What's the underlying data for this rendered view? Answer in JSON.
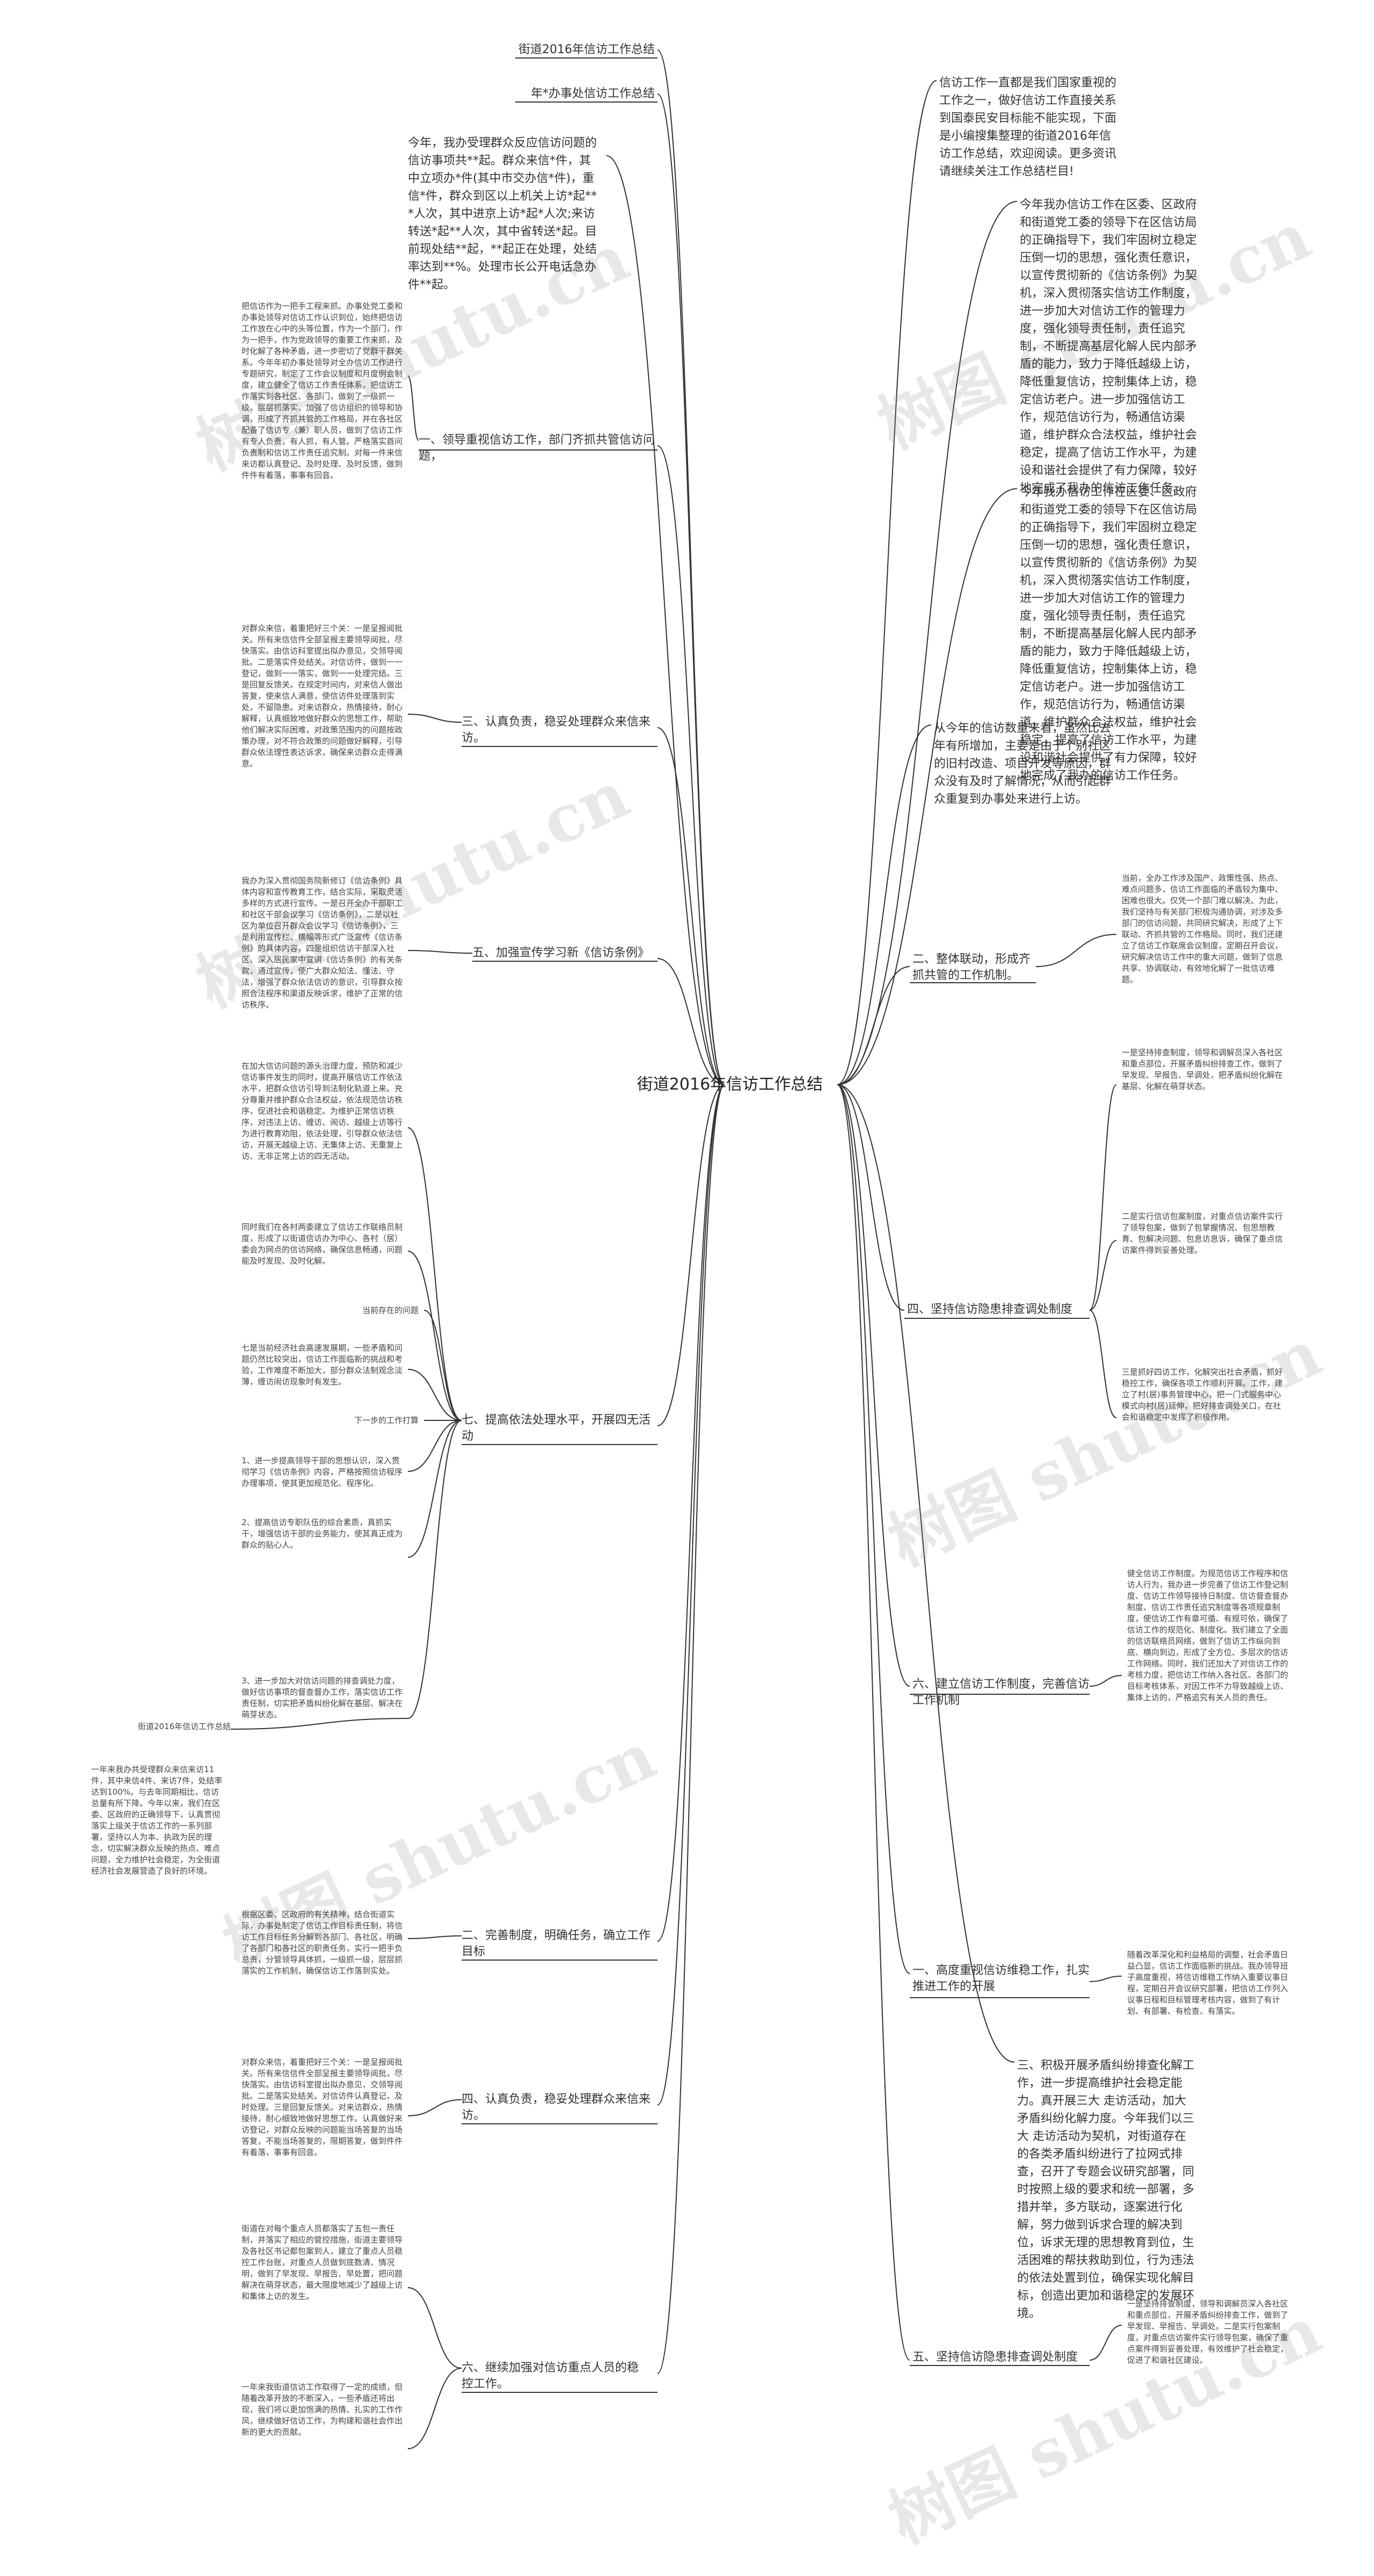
{
  "root": "街道2016年信访工作总结",
  "watermark": "树图 shutu.cn",
  "left": {
    "top1": "街道2016年信访工作总结",
    "top2": "年*办事处信访工作总结",
    "intro": "今年，我办受理群众反应信访问题的信访事项共**起。群众来信*件，其中立项办*件(其中市交办信*件)，重信*件，群众到区以上机关上访*起***人次，其中进京上访*起*人次;来访转送*起**人次，其中省转送*起。目前现处结**起，**起正在处理，处结率达到**%。处理市长公开电话急办件**起。",
    "s1_label": "一、领导重视信访工作，部门齐抓共管信访问题，",
    "s1_text": "把信访作为一把手工程来抓。办事处党工委和办事处领导对信访工作认识到位，始终把信访工作放在心中的头等位置，作为一个部门，作为一把手，作为党政领导的重要工作来抓，及时化解了各种矛盾，进一步密切了党群干群关系。今年年初办事处领导对全办信访工作进行专题研究，制定了工作会议制度和月度例会制度，建立健全了信访工作责任体系，把信访工作落实到各社区、各部门，做到了一级抓一级，层层抓落实。加强了信访组织的领导和协调，形成了齐抓共管的工作格局，并在各社区配备了信访专（兼）职人员，做到了信访工作有专人负责，有人抓，有人管。严格落实首问负责制和信访工作责任追究制。对每一件来信来访都认真登记、及时处理、及时反馈，做到件件有着落，事事有回音。",
    "s3_label": "三、认真负责，稳妥处理群众来信来访。",
    "s3_text": "对群众来信，着重把好三个关：一是呈报阅批关。所有来信信件全部呈报主要领导阅批，尽快落实。由信访科室提出拟办意见，交领导阅批。二是落实件处结关。对信访件，做到一一登记，做到一一落实，做到一一处理完结。三是回复反馈关。在规定时间内，对来信人做出答复，使来信人满意，使信访件处理落到实处，不留隐患。对来访群众，热情接待，耐心解释，认真细致地做好群众的思想工作，帮助他们解决实际困难，对政策范围内的问题按政策办理，对不符合政策的问题做好解释，引导群众依法理性表达诉求，确保来访群众走得满意。",
    "s5_label": "五、加强宣传学习新《信访条例》",
    "s5_text": "我办为深入贯彻国务院新修订《信访条例》具体内容和宣传教育工作，结合实际，采取灵活多样的方式进行宣传。一是召开全办干部职工和社区干部会议学习《信访条例》，二是以社区为单位召开群众会议学习《信访条例》，三是利用宣传栏、横幅等形式广泛宣传《信访条例》的具体内容，四是组织信访干部深入社区、深入居民家中宣讲《信访条例》的有关条款，通过宣传，使广大群众知法、懂法、守法，增强了群众依法信访的意识，引导群众按照合法程序和渠道反映诉求，维护了正常的信访秩序。",
    "s7_label": "七、提高依法处理水平，开展四无活动",
    "s7_text1": "在加大信访问题的源头治理力度，预防和减少信访事件发生的同时，提高开展信访工作依法水平，把群众信访引导到法制化轨道上来。充分尊重并维护群众合法权益，依法规范信访秩序，促进社会和谐稳定。为维护正常信访秩序，对违法上访、缠访、闹访、越级上访等行为进行教育劝阻，依法处理，引导群众依法信访，开展无越级上访、无集体上访、无重复上访、无非正常上访的四无活动。",
    "s7_text2": "同时我们在各村两委建立了信访工作联络员制度，形成了以街道信访办为中心、各村（居）委会为网点的信访网络，确保信息畅通，问题能及时发现、及时化解。",
    "s7_text3": "当前存在的问题",
    "s7_text4": "七是当前经济社会高速发展期，一些矛盾和问题仍然比较突出，信访工作面临新的挑战和考验，工作难度不断加大，部分群众法制观念淡薄，缠访闹访现象时有发生。",
    "s7_text5": "下一步的工作打算",
    "s7_text6": "1、进一步提高领导干部的思想认识，深入贯彻学习《信访条例》内容，严格按照信访程序办理事项，使其更加规范化、程序化。",
    "s7_text7": "2、提高信访专职队伍的综合素质，真抓实干，增强信访干部的业务能力，使其真正成为群众的贴心人。",
    "s7_text8": "3、进一步加大对信访问题的排查调处力度，做好信访事项的督查督办工作，落实信访工作责任制，切实把矛盾纠纷化解在基层、解决在萌芽状态。",
    "side_title": "街道2016年信访工作总结",
    "side_text": "一年来我办共受理群众来信来访11件，其中来信4件、来访7件，处结率达到100%。与去年同期相比，信访总量有所下降。今年以来，我们在区委、区政府的正确领导下，认真贯彻落实上级关于信访工作的一系列部署，坚持以人为本、执政为民的理念，切实解决群众反映的热点、难点问题，全力维护社会稳定，为全街道经济社会发展营造了良好的环境。",
    "s2_label": "二、完善制度，明确任务，确立工作目标",
    "s2_text": "根据区委、区政府的有关精神，结合街道实际，办事处制定了信访工作目标责任制，将信访工作目标任务分解到各部门、各社区，明确了各部门和各社区的职责任务，实行一把手负总责，分管领导具体抓，一级抓一级，层层抓落实的工作机制，确保信访工作落到实处。",
    "s4_label": "四、认真负责，稳妥处理群众来信来访。",
    "s4_text": "对群众来信，着重把好三个关：一是呈报阅批关。所有来信信件全部呈报主要领导阅批，尽快落实。由信访科室提出拟办意见，交领导阅批。二是落实处结关。对信访件认真登记，及时处理。三是回复反馈关。对来访群众，热情接待，耐心细致地做好思想工作。认真做好来访登记，对群众反映的问题能当场答复的当场答复，不能当场答复的，限期答复，做到件件有着落，事事有回音。",
    "s6_label": "六、继续加强对信访重点人员的稳控工作。",
    "s6_text1": "街道在对每个重点人员都落实了五包一责任制，并落实了相应的管控措施，街道主要领导及各社区书记都包案到人，建立了重点人员稳控工作台账，对重点人员做到底数清、情况明，做到了早发现、早报告、早处置，把问题解决在萌芽状态，最大限度地减少了越级上访和集体上访的发生。",
    "s6_text2": "一年来我街道信访工作取得了一定的成绩，但随着改革开放的不断深入，一些矛盾还将出现，我们将以更加饱满的热情、扎实的工作作风，继续做好信访工作，为构建和谐社会作出新的更大的贡献。"
  },
  "right": {
    "intro": "信访工作一直都是我们国家重视的工作之一，做好信访工作直接关系到国泰民安目标能不能实现，下面是小编搜集整理的街道2016年信访工作总结，欢迎阅读。更多资讯请继续关注工作总结栏目!",
    "p1": "今年我办信访工作在区委、区政府和街道党工委的领导下在区信访局的正确指导下，我们牢固树立稳定压倒一切的思想，强化责任意识，以宣传贯彻新的《信访条例》为契机，深入贯彻落实信访工作制度，进一步加大对信访工作的管理力度，强化领导责任制，责任追究制，不断提高基层化解人民内部矛盾的能力，致力于降低越级上访，降低重复信访，控制集体上访，稳定信访老户。进一步加强信访工作，规范信访行为，畅通信访渠道，维护群众合法权益，维护社会稳定，提高了信访工作水平，为建设和谐社会提供了有力保障，较好地完成了我办的信访工作任务。",
    "p2": "今年我办信访工作在区委、区政府和街道党工委的领导下在区信访局的正确指导下，我们牢固树立稳定压倒一切的思想，强化责任意识，以宣传贯彻新的《信访条例》为契机，深入贯彻落实信访工作制度，进一步加大对信访工作的管理力度，强化领导责任制，责任追究制，不断提高基层化解人民内部矛盾的能力，致力于降低越级上访，降低重复信访，控制集体上访，稳定信访老户。进一步加强信访工作，规范信访行为，畅通信访渠道，维护群众合法权益，维护社会稳定，提高了信访工作水平，为建设和谐社会提供了有力保障，较好地完成了我办的信访工作任务。",
    "p3": "从今年的信访数量来看，虽然比去年有所增加，主要是由于个别社区的旧村改造、项目开发等原因，群众没有及时了解情况，从而引起群众重复到办事处来进行上访。",
    "r2_label": "二、整体联动，形成齐抓共管的工作机制。",
    "r2_text": "当前，全办工作涉及国产、政策性强、热点、难点问题多，信访工作面临的矛盾较为集中、困难也很大。仅凭一个部门难以解决。为此，我们坚持与有关部门积极沟通协调，对涉及多部门的信访问题，共同研究解决，形成了上下联动、齐抓共管的工作格局。同时，我们还建立了信访工作联席会议制度，定期召开会议，研究解决信访工作中的重大问题，做到了信息共享、协调联动，有效地化解了一批信访难题。",
    "r4_label": "四、坚持信访隐患排查调处制度",
    "r4_text1": "一是坚持排查制度，领导和调解员深入各社区和重点部位，开展矛盾纠纷排查工作，做到了早发现、早报告、早调处，把矛盾纠纷化解在基层、化解在萌芽状态。",
    "r4_text2": "二是实行信访包案制度，对重点信访案件实行了领导包案，做到了包掌握情况、包思想教育、包解决问题、包息访息诉，确保了重点信访案件得到妥善处理。",
    "r4_text3": "三是抓好四访工作，化解突出社会矛盾，抓好稳控工作，确保各项工作顺利开展。工作，建立了村(居)事务管理中心，把一门式服务中心模式向村(居)延伸，把好排查调处关口，在社会和谐稳定中发挥了积极作用。",
    "r6_label": "六、建立信访工作制度，完善信访工作机制",
    "r6_text": "健全信访工作制度。为规范信访工作程序和信访人行为，我办进一步完善了信访工作登记制度、信访工作领导接待日制度、信访督查督办制度、信访工作责任追究制度等各项规章制度，使信访工作有章可循、有规可依，确保了信访工作的规范化、制度化。我们建立了全面的信访联络员网络，做到了信访工作纵向到底、横向到边，形成了全方位、多层次的信访工作网络。同时，我们还加大了对信访工作的考核力度，把信访工作纳入各社区、各部门的目标考核体系，对因工作不力导致越级上访、集体上访的，严格追究有关人员的责任。",
    "r1_label": "一、高度重视信访维稳工作，扎实推进工作的开展",
    "r1_text": "随着改革深化和利益格局的调整，社会矛盾日益凸显，信访工作面临新的挑战。我办领导班子高度重视，将信访维稳工作纳入重要议事日程，定期召开会议研究部署，把信访工作列入议事日程和目标管理考核内容，做到了有计划、有部署、有检查、有落实。",
    "r3_text": "三、积极开展矛盾纠纷排查化解工作，进一步提高维护社会稳定能力。真开展三大 走访活动，加大矛盾纠纷化解力度。今年我们以三大 走访活动为契机，对街道存在的各类矛盾纠纷进行了拉网式排查，召开了专题会议研究部署，同时按照上级的要求和统一部署，多措并举，多方联动，逐案进行化解，努力做到诉求合理的解决到位，诉求无理的思想教育到位，生活困难的帮扶救助到位，行为违法的依法处置到位，确保实现化解目标，创造出更加和谐稳定的发展环境。",
    "r5_label": "五、坚持信访隐患排查调处制度",
    "r5_text": "一是坚持排查制度，领导和调解员深入各社区和重点部位，开展矛盾纠纷排查工作，做到了早发现、早报告、早调处。二是实行包案制度，对重点信访案件实行领导包案，确保了重点案件得到妥善处理，有效维护了社会稳定，促进了和谐社区建设。"
  }
}
